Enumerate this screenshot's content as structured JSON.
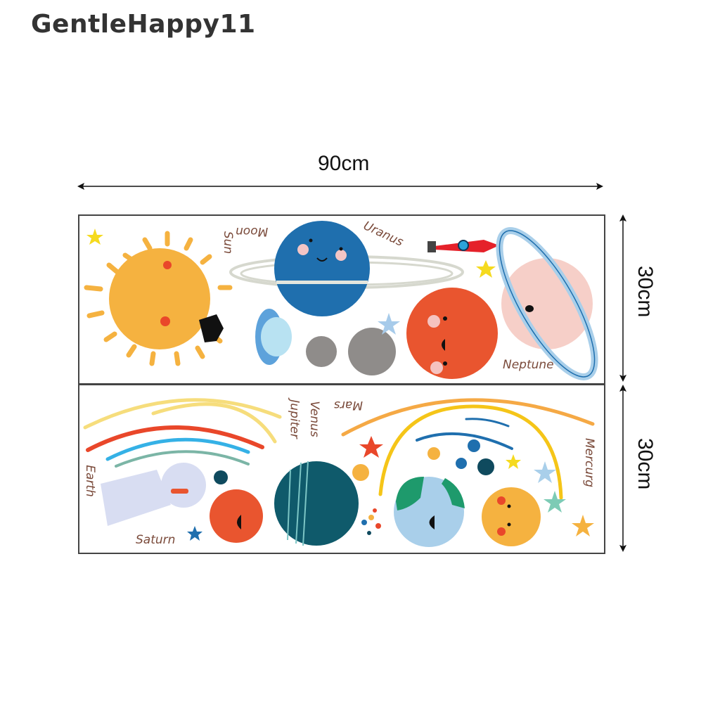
{
  "watermark": "GentleHappy11",
  "dimensions": {
    "width": "90cm",
    "height_top": "30cm",
    "height_bottom": "30cm"
  },
  "panel_top": {
    "labels": {
      "sun": "Sun",
      "moon": "Moon",
      "uranus": "Uranus",
      "neptune": "Neptune"
    }
  },
  "panel_bottom": {
    "labels": {
      "earth": "Earth",
      "saturn": "Saturn",
      "jupiter": "Jupiter",
      "venus": "Venus",
      "mars": "Mars",
      "mercury": "Mercurg"
    }
  },
  "colors": {
    "sun": "#F5B240",
    "blue_planet": "#1F6FAE",
    "red_planet": "#E9552F",
    "pink_planet": "#F6CFC8",
    "earth_blue": "#A9CFEA",
    "earth_green": "#1E9A6C",
    "teal_planet": "#0F5A6B",
    "label_brown": "#7A4A3A"
  }
}
